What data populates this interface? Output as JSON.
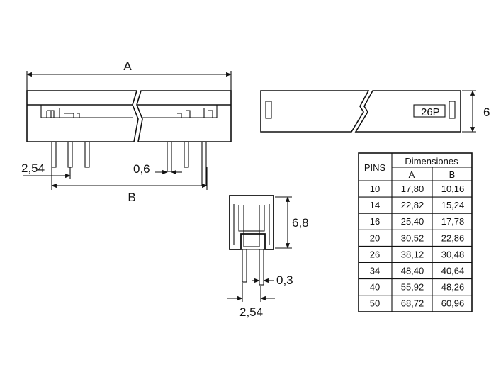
{
  "front_view": {
    "dim_a": "A",
    "dim_b": "B",
    "pitch": "2,54",
    "pin_width": "0,6"
  },
  "top_view": {
    "marking": "26P",
    "height": "6"
  },
  "side_view": {
    "height": "6,8",
    "pin_thickness": "0,3",
    "pitch": "2,54"
  },
  "table": {
    "pins_header": "PINS",
    "dims_header": "Dimensiones",
    "col_a": "A",
    "col_b": "B",
    "rows": [
      {
        "pins": "10",
        "a": "17,80",
        "b": "10,16"
      },
      {
        "pins": "14",
        "a": "22,82",
        "b": "15,24"
      },
      {
        "pins": "16",
        "a": "25,40",
        "b": "17,78"
      },
      {
        "pins": "20",
        "a": "30,52",
        "b": "22,86"
      },
      {
        "pins": "26",
        "a": "38,12",
        "b": "30,48"
      },
      {
        "pins": "34",
        "a": "48,40",
        "b": "40,64"
      },
      {
        "pins": "40",
        "a": "55,92",
        "b": "48,26"
      },
      {
        "pins": "50",
        "a": "68,72",
        "b": "60,96"
      }
    ]
  }
}
